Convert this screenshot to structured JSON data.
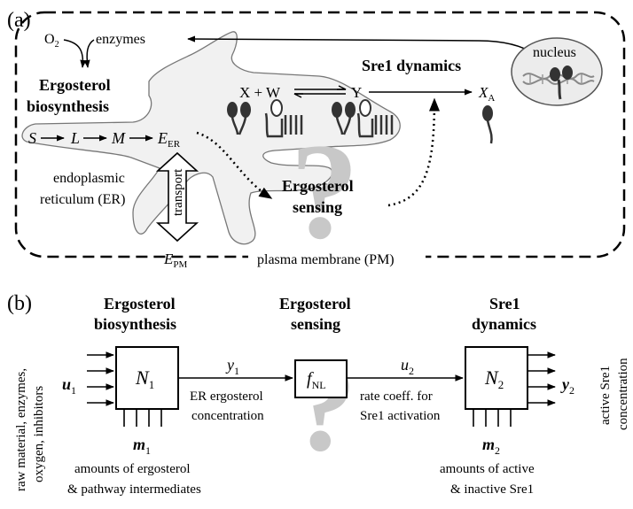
{
  "panel_a": {
    "label": "(a)",
    "o2": "O",
    "o2_sub": "2",
    "enzymes": "enzymes",
    "biosynthesis_line1": "Ergosterol",
    "biosynthesis_line2": "biosynthesis",
    "pathway": {
      "s": "S",
      "l": "L",
      "m": "M",
      "e": "E",
      "e_sub": "ER"
    },
    "er_line1": "endoplasmic",
    "er_line2": "reticulum (ER)",
    "transport": "transport",
    "epm": "E",
    "epm_sub": "PM",
    "pm": "plasma membrane (PM)",
    "sensing_line1": "Ergosterol",
    "sensing_line2": "sensing",
    "question": "?",
    "sre1_title": "Sre1 dynamics",
    "reaction_left": "X + W",
    "reaction_right": "Y",
    "xa": "X",
    "xa_sub": "A",
    "nucleus": "nucleus"
  },
  "panel_b": {
    "label": "(b)",
    "inputs_line1": "raw material, enzymes,",
    "inputs_line2": "oxygen, inhibitors",
    "block1_title1": "Ergosterol",
    "block1_title2": "biosynthesis",
    "block2_title1": "Ergosterol",
    "block2_title2": "sensing",
    "block3_title1": "Sre1",
    "block3_title2": "dynamics",
    "u1": "u",
    "u1_sub": "1",
    "n1": "N",
    "n1_sub": "1",
    "y1": "y",
    "y1_sub": "1",
    "y1_desc1": "ER ergosterol",
    "y1_desc2": "concentration",
    "fnl": "f",
    "fnl_sub": "NL",
    "u2": "u",
    "u2_sub": "2",
    "u2_desc1": "rate coeff. for",
    "u2_desc2": "Sre1 activation",
    "n2": "N",
    "n2_sub": "2",
    "y2": "y",
    "y2_sub": "2",
    "m1": "m",
    "m1_sub": "1",
    "m1_desc1": "amounts of ergosterol",
    "m1_desc2": "& pathway intermediates",
    "m2": "m",
    "m2_sub": "2",
    "m2_desc1": "amounts of active",
    "m2_desc2": "& inactive Sre1",
    "output_line1": "active Sre1",
    "output_line2": "concentration",
    "question": "?"
  }
}
